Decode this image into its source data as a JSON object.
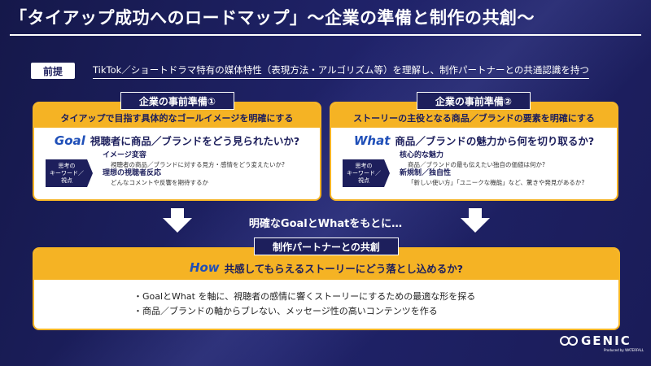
{
  "title": "「タイアップ成功へのロードマップ」〜企業の準備と制作の共創〜",
  "premise": {
    "tag": "前提",
    "text": "TikTok／ショートドラマ特有の媒体特性（表現方法・アルゴリズム等）を理解し、制作パートナーとの共通認識を持つ"
  },
  "left_card": {
    "label": "企業の事前準備①",
    "header": "タイアップで目指す具体的なゴールイメージを明確にする",
    "key": "Goal",
    "question": "視聴者に商品／ブランドをどう見られたいか?",
    "badge": "思考の\nキーワード／\n視点",
    "items": [
      {
        "title": "イメージ変容",
        "desc": "視聴者の商品／ブランドに対する見方・感情をどう変えたいか?"
      },
      {
        "title": "理想の視聴者反応",
        "desc": "どんなコメントや反響を期待するか"
      }
    ]
  },
  "right_card": {
    "label": "企業の事前準備②",
    "header": "ストーリーの主役となる商品／ブランドの要素を明確にする",
    "key": "What",
    "question": "商品／ブランドの魅力から何を切り取るか?",
    "badge": "思考の\nキーワード／\n視点",
    "items": [
      {
        "title": "核心的な魅力",
        "desc": "商品／ブランドの最も伝えたい独自の価値は何か?"
      },
      {
        "title": "新規制／独自性",
        "desc": "「新しい使い方」「ユニークな機能」など、驚きや発見があるか?"
      }
    ]
  },
  "mid_text": "明確なGoalとWhatをもとに…",
  "bottom": {
    "label": "制作パートナーとの共創",
    "key": "How",
    "question": "共感してもらえるストーリーにどう落とし込めるか?",
    "bullets": [
      "・GoalとWhat を軸に、視聴者の感情に響くストーリーにするための最適な形を探る",
      "・商品／ブランドの軸からブレない、メッセージ性の高いコンテンツを作る"
    ]
  },
  "logo": {
    "text": "GENIC",
    "sub": "Produced by WATERFALL"
  },
  "colors": {
    "accent": "#f5b324",
    "navy": "#1d1f5c",
    "key_blue": "#1f4fb8"
  }
}
